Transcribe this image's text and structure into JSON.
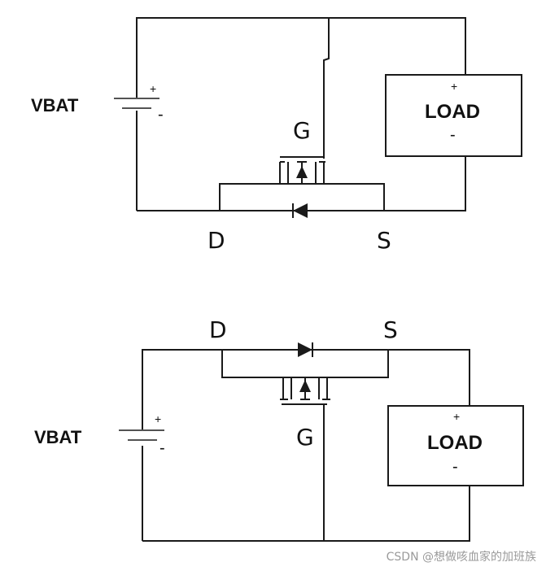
{
  "circuits": [
    {
      "id": "top",
      "battery_label": "VBAT",
      "battery_plus": "+",
      "battery_minus": "-",
      "load_label": "LOAD",
      "load_plus": "+",
      "load_minus": "-",
      "pin_gate": "G",
      "pin_drain": "D",
      "pin_source": "S"
    },
    {
      "id": "bottom",
      "battery_label": "VBAT",
      "battery_plus": "+",
      "battery_minus": "-",
      "load_label": "LOAD",
      "load_plus": "+",
      "load_minus": "-",
      "pin_gate": "G",
      "pin_drain": "D",
      "pin_source": "S"
    }
  ],
  "watermark": "CSDN @想做咳血家的加班族"
}
